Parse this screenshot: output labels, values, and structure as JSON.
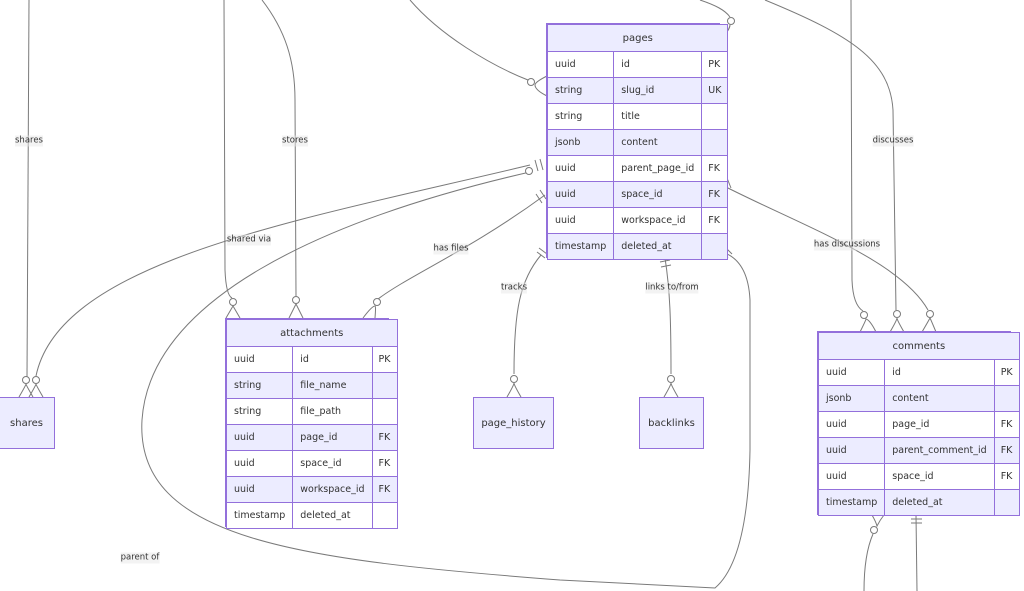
{
  "entities": {
    "pages": {
      "title": "pages",
      "rows": [
        {
          "type": "uuid",
          "name": "id",
          "key": "PK"
        },
        {
          "type": "string",
          "name": "slug_id",
          "key": "UK"
        },
        {
          "type": "string",
          "name": "title",
          "key": ""
        },
        {
          "type": "jsonb",
          "name": "content",
          "key": ""
        },
        {
          "type": "uuid",
          "name": "parent_page_id",
          "key": "FK"
        },
        {
          "type": "uuid",
          "name": "space_id",
          "key": "FK"
        },
        {
          "type": "uuid",
          "name": "workspace_id",
          "key": "FK"
        },
        {
          "type": "timestamp",
          "name": "deleted_at",
          "key": ""
        }
      ]
    },
    "attachments": {
      "title": "attachments",
      "rows": [
        {
          "type": "uuid",
          "name": "id",
          "key": "PK"
        },
        {
          "type": "string",
          "name": "file_name",
          "key": ""
        },
        {
          "type": "string",
          "name": "file_path",
          "key": ""
        },
        {
          "type": "uuid",
          "name": "page_id",
          "key": "FK"
        },
        {
          "type": "uuid",
          "name": "space_id",
          "key": "FK"
        },
        {
          "type": "uuid",
          "name": "workspace_id",
          "key": "FK"
        },
        {
          "type": "timestamp",
          "name": "deleted_at",
          "key": ""
        }
      ]
    },
    "comments": {
      "title": "comments",
      "rows": [
        {
          "type": "uuid",
          "name": "id",
          "key": "PK"
        },
        {
          "type": "jsonb",
          "name": "content",
          "key": ""
        },
        {
          "type": "uuid",
          "name": "page_id",
          "key": "FK"
        },
        {
          "type": "uuid",
          "name": "parent_comment_id",
          "key": "FK"
        },
        {
          "type": "uuid",
          "name": "space_id",
          "key": "FK"
        },
        {
          "type": "timestamp",
          "name": "deleted_at",
          "key": ""
        }
      ]
    },
    "shares": {
      "title": "shares"
    },
    "page_history": {
      "title": "page_history"
    },
    "backlinks": {
      "title": "backlinks"
    }
  },
  "edge_labels": {
    "shares": "shares",
    "stores": "stores",
    "shared_via": "shared via",
    "has_files": "has files",
    "tracks": "tracks",
    "links_to_from": "links to/from",
    "discusses": "discusses",
    "has_discussions": "has discussions",
    "parent_of": "parent of"
  },
  "colors": {
    "entity_border": "#9370DB",
    "entity_fill": "#ECECFF",
    "edge": "#7a7a7a"
  }
}
